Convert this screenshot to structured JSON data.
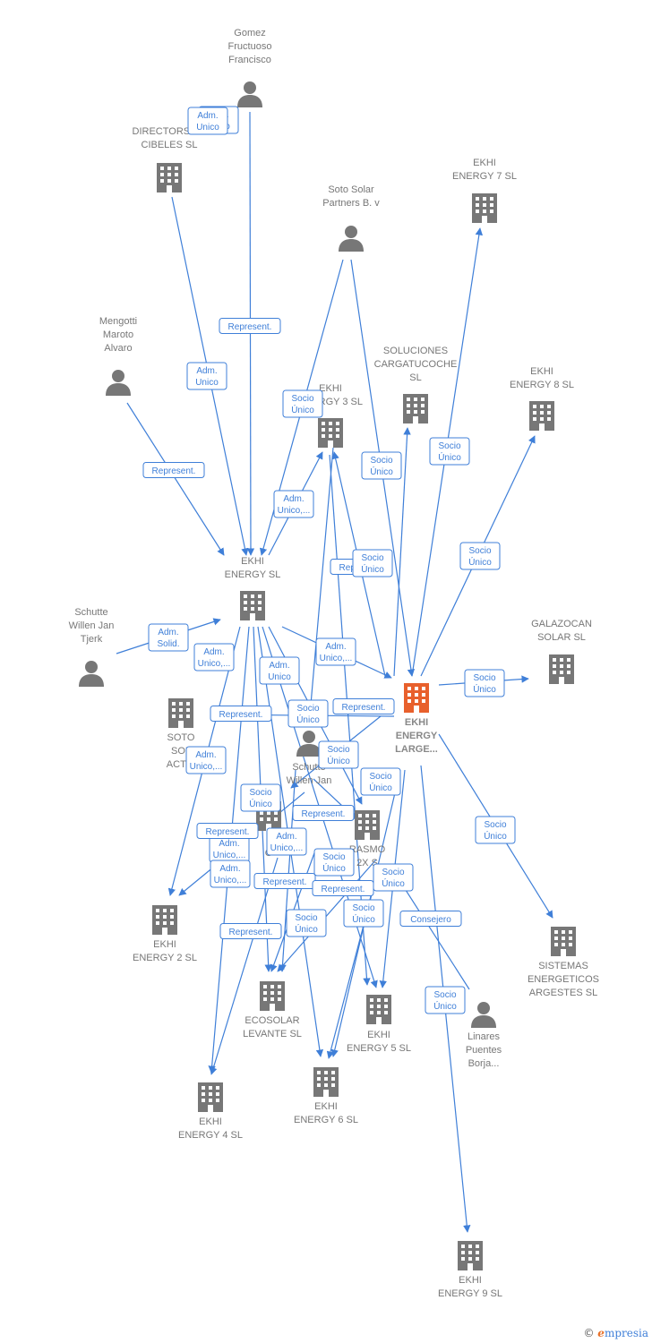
{
  "colors": {
    "edge": "#3f7fd8",
    "node": "#777777",
    "focus": "#e8602c"
  },
  "nodes": [
    {
      "id": "gomez",
      "kind": "person",
      "label": [
        "Gomez",
        "Fructuoso",
        "Francisco"
      ]
    },
    {
      "id": "directorship",
      "kind": "company",
      "label": [
        "DIRECTORSHIP",
        "CIBELES SL"
      ]
    },
    {
      "id": "soto_partners",
      "kind": "person",
      "label": [
        "Soto Solar",
        "Partners B. v"
      ]
    },
    {
      "id": "ekhi7",
      "kind": "company",
      "label": [
        "EKHI",
        "ENERGY 7  SL"
      ]
    },
    {
      "id": "mengotti",
      "kind": "person",
      "label": [
        "Mengotti",
        "Maroto",
        "Alvaro"
      ]
    },
    {
      "id": "soluciones",
      "kind": "company",
      "label": [
        "SOLUCIONES",
        "CARGATUCOCHE",
        "SL"
      ]
    },
    {
      "id": "ekhi3",
      "kind": "company",
      "label": [
        "EKHI",
        "ENERGY 3  SL"
      ]
    },
    {
      "id": "ekhi8",
      "kind": "company",
      "label": [
        "EKHI",
        "ENERGY 8  SL"
      ]
    },
    {
      "id": "ekhi",
      "kind": "company",
      "label": [
        "EKHI",
        "ENERGY  SL"
      ]
    },
    {
      "id": "schutte1",
      "kind": "person",
      "label": [
        "Schutte",
        "Willen Jan",
        "Tjerk"
      ]
    },
    {
      "id": "galazocan",
      "kind": "company",
      "label": [
        "GALAZOCAN",
        "SOLAR  SL"
      ]
    },
    {
      "id": "focus",
      "kind": "focus",
      "label": [
        "EKHI",
        "ENERGY",
        "LARGE..."
      ]
    },
    {
      "id": "soto_activ",
      "kind": "company",
      "label": [
        "SOTO",
        "SOL",
        "ACTIV"
      ]
    },
    {
      "id": "schutte2",
      "kind": "person",
      "label": [
        "Schutte",
        "Willen Jan"
      ]
    },
    {
      "id": "hidden_g",
      "kind": "company",
      "label": [
        "G"
      ]
    },
    {
      "id": "erasmo",
      "kind": "company",
      "label": [
        "RASMO",
        "2X  S"
      ]
    },
    {
      "id": "ekhi2",
      "kind": "company",
      "label": [
        "EKHI",
        "ENERGY 2  SL"
      ]
    },
    {
      "id": "sistemas",
      "kind": "company",
      "label": [
        "SISTEMAS",
        "ENERGETICOS",
        "ARGESTES  SL"
      ]
    },
    {
      "id": "ecosolar",
      "kind": "company",
      "label": [
        "ECOSOLAR",
        "LEVANTE  SL"
      ]
    },
    {
      "id": "ekhi5",
      "kind": "company",
      "label": [
        "EKHI",
        "ENERGY 5  SL"
      ]
    },
    {
      "id": "linares",
      "kind": "person",
      "label": [
        "Linares",
        "Puentes",
        "Borja..."
      ]
    },
    {
      "id": "ekhi6",
      "kind": "company",
      "label": [
        "EKHI",
        "ENERGY 6  SL"
      ]
    },
    {
      "id": "ekhi4",
      "kind": "company",
      "label": [
        "EKHI",
        "ENERGY 4  SL"
      ]
    },
    {
      "id": "ekhi9",
      "kind": "company",
      "label": [
        "EKHI",
        "ENERGY 9  SL"
      ]
    }
  ],
  "edge_labels": [
    [
      "Adm.",
      "Unico"
    ],
    [
      "Represent."
    ],
    [
      "Adm.",
      "Unico"
    ],
    [
      "Represent."
    ],
    [
      "Socio",
      "Único"
    ],
    [
      "Adm.",
      "Unico,..."
    ],
    [
      "Socio",
      "Único"
    ],
    [
      "Socio",
      "Único"
    ],
    [
      "Socio",
      "Único"
    ],
    [
      "Represent."
    ],
    [
      "Socio",
      "Único"
    ],
    [
      "Adm.",
      "Solid."
    ],
    [
      "Adm.",
      "Unico,..."
    ],
    [
      "Adm.",
      "Unico"
    ],
    [
      "Adm.",
      "Unico,..."
    ],
    [
      "Represent."
    ],
    [
      "Socio",
      "Único"
    ],
    [
      "Represent."
    ],
    [
      "Socio",
      "Único"
    ],
    [
      "Adm.",
      "Unico,..."
    ],
    [
      "Socio",
      "Único"
    ],
    [
      "Socio",
      "Único"
    ],
    [
      "Socio",
      "Único"
    ],
    [
      "Represent."
    ],
    [
      "Adm.",
      "Unico,..."
    ],
    [
      "Adm.",
      "Unico,..."
    ],
    [
      "Adm.",
      "Unico,..."
    ],
    [
      "Represent."
    ],
    [
      "Socio",
      "Único"
    ],
    [
      "Socio",
      "Único"
    ],
    [
      "Represent."
    ],
    [
      "Represent."
    ],
    [
      "Socio",
      "Único"
    ],
    [
      "Consejero"
    ],
    [
      "Represent."
    ],
    [
      "Socio",
      "Único"
    ],
    [
      "Socio",
      "Único"
    ],
    [
      "Socio",
      "Único"
    ],
    [
      "Adm.",
      "Unico"
    ]
  ],
  "footer": {
    "copyright": "©",
    "brand_initial": "e",
    "brand_rest": "mpresia"
  }
}
